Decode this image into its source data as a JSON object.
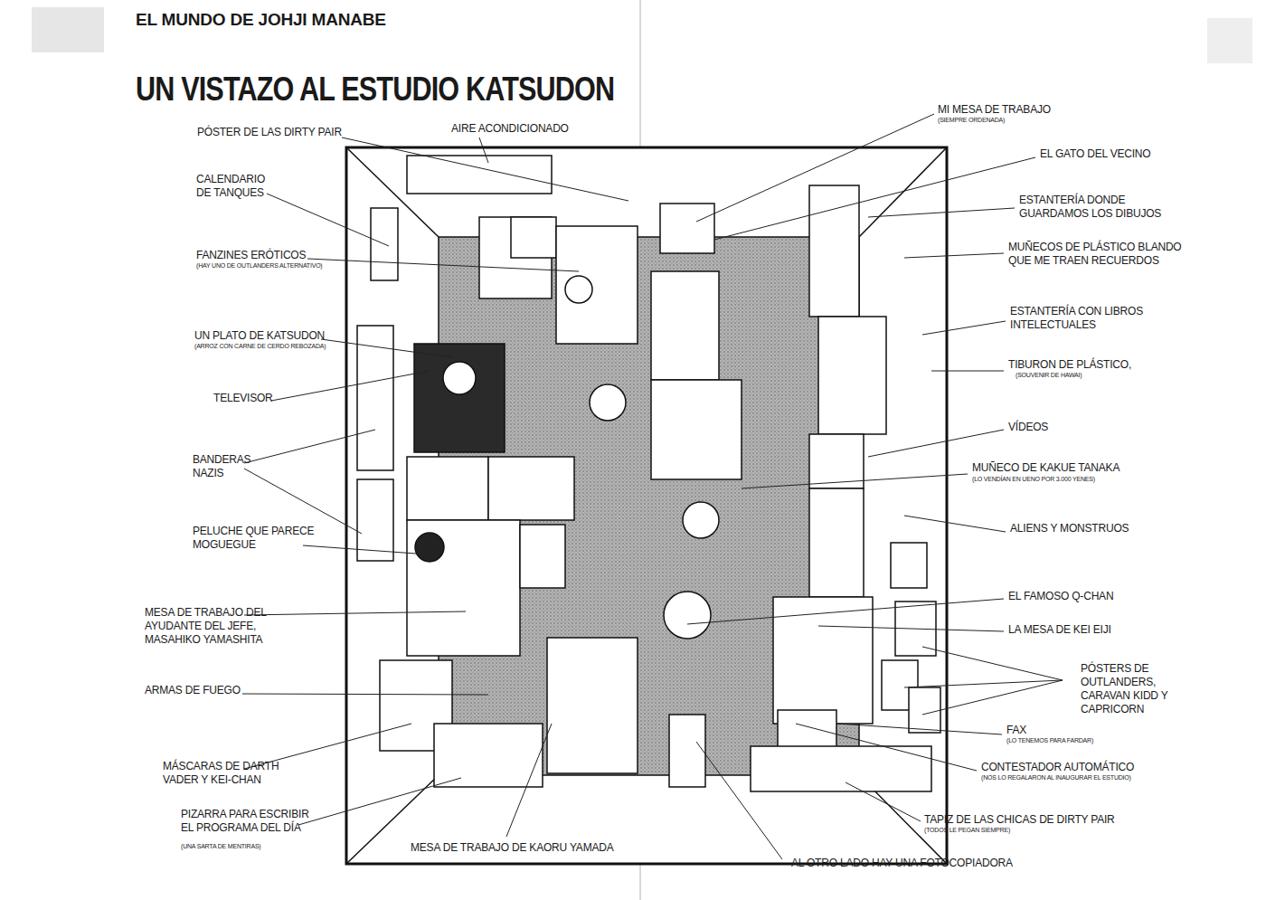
{
  "diagram": {
    "title": "UN VISTAZO AL ESTUDIO KATSUDON",
    "labels": [
      "EL MUNDO DE JOHJI MANABE",
      "PÓSTER DE LAS DIRTY PAIR",
      "AIRE ACONDICIONADO",
      "CALENDARIO DE TANQUES",
      "FANZINES ERÓTICOS",
      "(HAY UNO DE OUTLANDERS ALTERNATIVO)",
      "UN PLATO DE KATSUDON",
      "(ARROZ CON CARNE DE CERDO REBOZADA)",
      "TELEVISOR",
      "BANDERAS NAZIS",
      "PELUCHE QUE PARECE MOGUEGUE",
      "MESA DE TRABAJO DEL AYUDANTE DEL JEFE, MASAHIKO YAMASHITA",
      "ARMAS DE FUEGO",
      "MÁSCARAS DE DARTH VADER Y KEI-CHAN",
      "PIZARRA PARA ESCRIBIR EL PROGRAMA DEL DÍA",
      "(UNA SARTA DE MENTIRAS)",
      "MESA DE TRABAJO DE KAORU YAMADA",
      "AL OTRO LADO HAY UNA FOTOCOPIADORA",
      "MI MESA DE TRABAJO",
      "(SIEMPRE ORDENADA)",
      "EL GATO DEL VECINO",
      "ESTANTERÍA DONDE GUARDAMOS LOS DIBUJOS",
      "MUÑECOS DE PLÁSTICO BLANDO QUE ME TRAEN RECUERDOS",
      "ESTANTERÍA CON LIBROS INTELECTUALES",
      "TIBURON DE PLÁSTICO,",
      "(SOUVENIR DE HAWAI)",
      "VÍDEOS",
      "MUÑECO DE KAKUE TANAKA",
      "(LO VENDÍAN EN UENO POR 3.000 YENES)",
      "ALIENS Y MONSTRUOS",
      "EL FAMOSO Q-CHAN",
      "LA MESA DE KEI EIJI",
      "PÓSTERS DE OUTLANDERS, CARAVAN KIDD Y CAPRICORN",
      "FAX",
      "(LO TENEMOS PARA FARDAR)",
      "CONTESTADOR AUTOMÁTICO",
      "(NOS LO REGALARON AL INAUGURAR EL ESTUDIO)",
      "TAPIZ DE LAS CHICAS DE DIRTY PAIR",
      "(TODOS LE PEGAN SIEMPRE)"
    ]
  }
}
